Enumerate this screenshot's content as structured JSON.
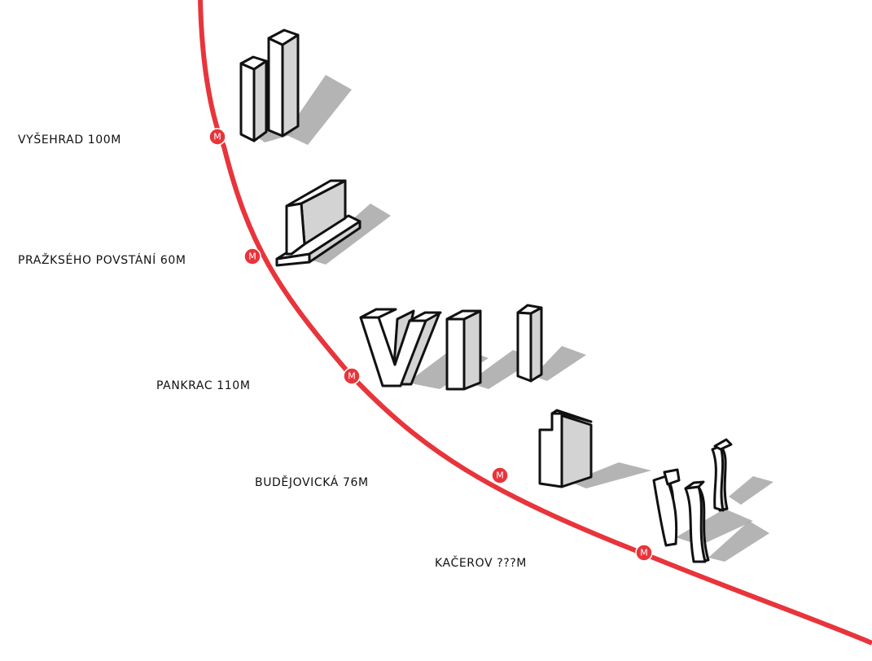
{
  "line_color": "#e8343b",
  "metro_symbol": "M",
  "icon": "metro-station-icon",
  "stations": [
    {
      "label": "VYŠEHRAD 100M"
    },
    {
      "label": "PRAŽKSÉHO POVSTÁNÍ 60M"
    },
    {
      "label": "PANKRAC 110M"
    },
    {
      "label": "BUDĚJOVICKÁ 76M"
    },
    {
      "label": "KAČEROV ???M"
    }
  ]
}
